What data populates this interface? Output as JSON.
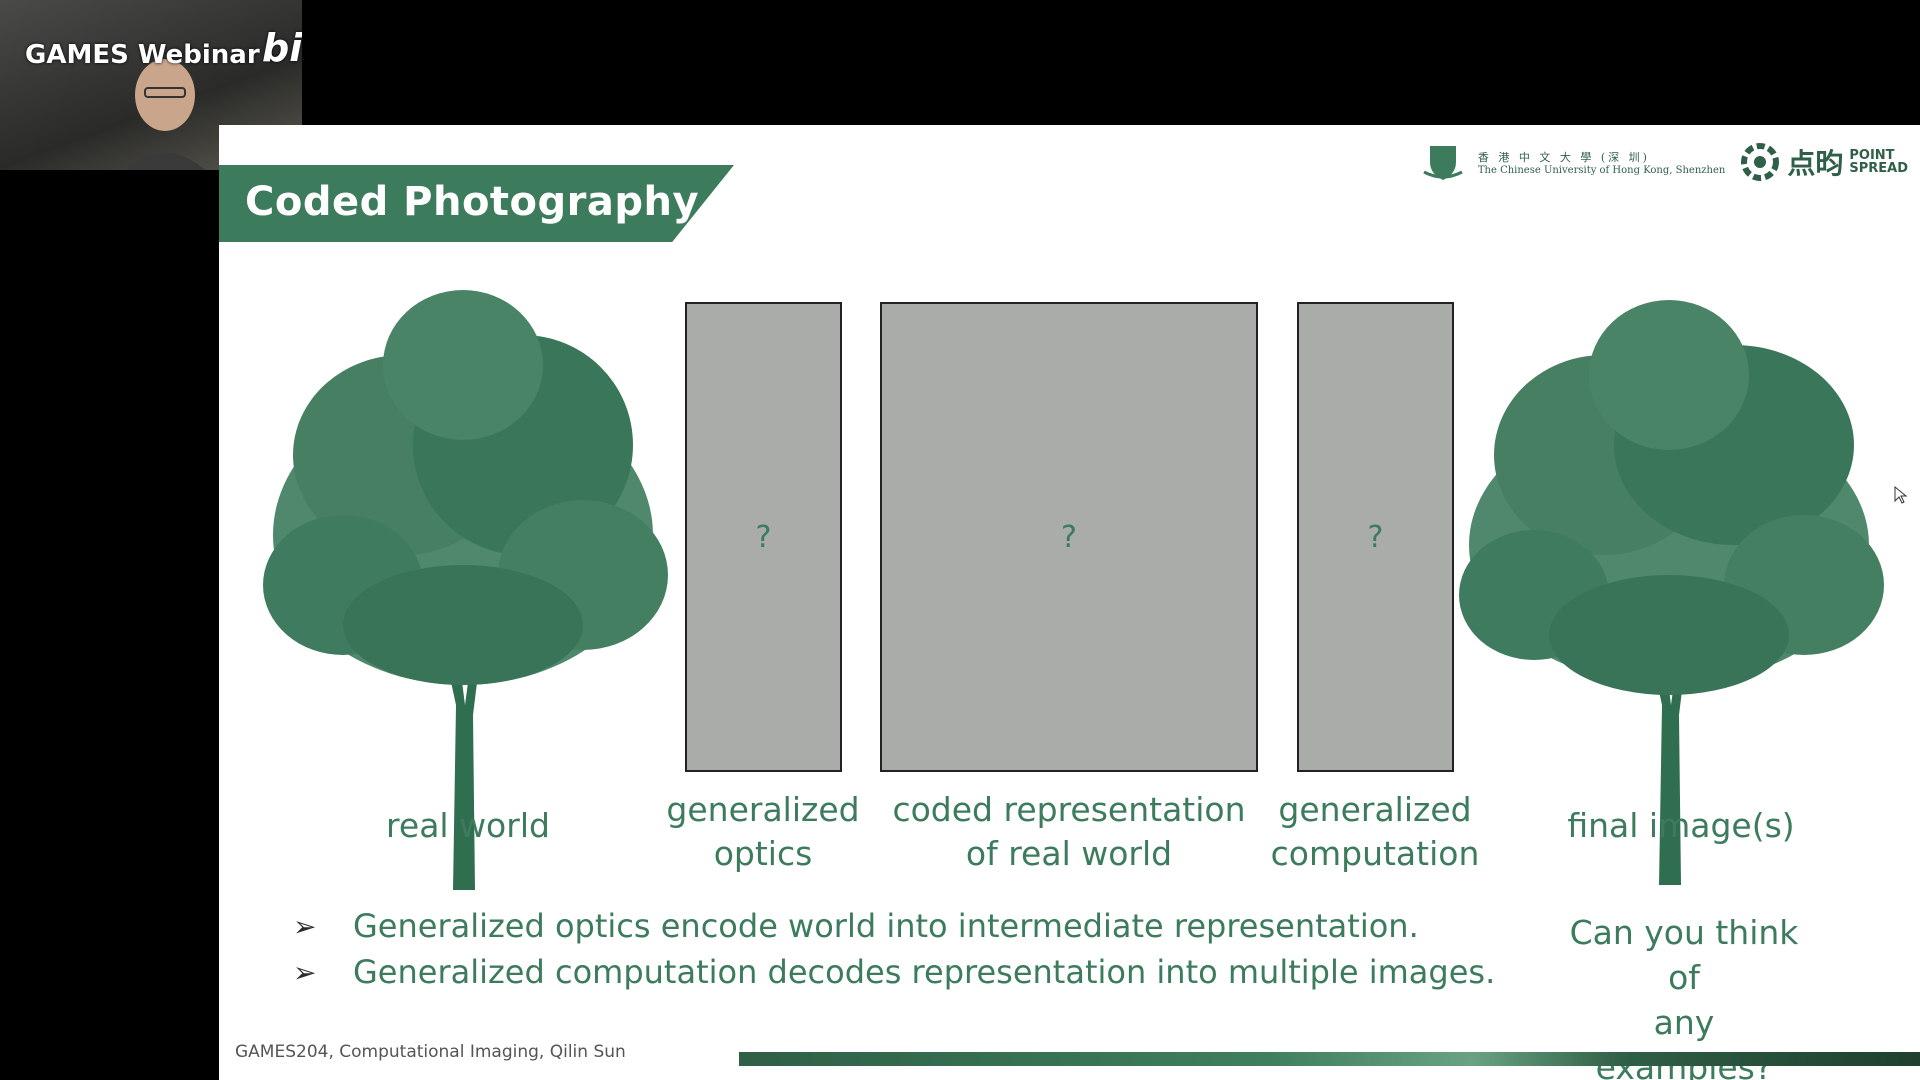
{
  "video_overlay": {
    "channel_text": "GAMES Webinar",
    "platform_logo_text": "bilibili"
  },
  "slide": {
    "title": "Coded Photography",
    "logos": {
      "cuhk_chinese": "香 港 中 文 大 學 (深 圳)",
      "cuhk_english": "The Chinese University of Hong Kong, Shenzhen",
      "pointspread_chinese": "点昀",
      "pointspread_english_1": "POINT",
      "pointspread_english_2": "SPREAD"
    },
    "diagram": {
      "stage_1": "real world",
      "stage_2_line1": "generalized",
      "stage_2_line2": "optics",
      "stage_2_mark": "?",
      "stage_3_line1": "coded representation",
      "stage_3_line2": "of real world",
      "stage_3_mark": "?",
      "stage_4_line1": "generalized",
      "stage_4_line2": "computation",
      "stage_4_mark": "?",
      "stage_5": "final image(s)"
    },
    "bullets": [
      "Generalized optics encode world into intermediate representation.",
      "Generalized computation decodes representation into multiple images."
    ],
    "question_line1": "Can you think of",
    "question_line2": "any examples?",
    "footer": "GAMES204, Computational Imaging, Qilin Sun"
  },
  "colors": {
    "accent_green": "#3d7b5d",
    "box_gray": "#aaaca9",
    "background_black": "#000000",
    "slide_white": "#ffffff"
  },
  "icons": [
    "cuhk-shield-icon",
    "pointspread-logo-icon",
    "bullet-arrow-icon",
    "mouse-cursor-icon"
  ]
}
